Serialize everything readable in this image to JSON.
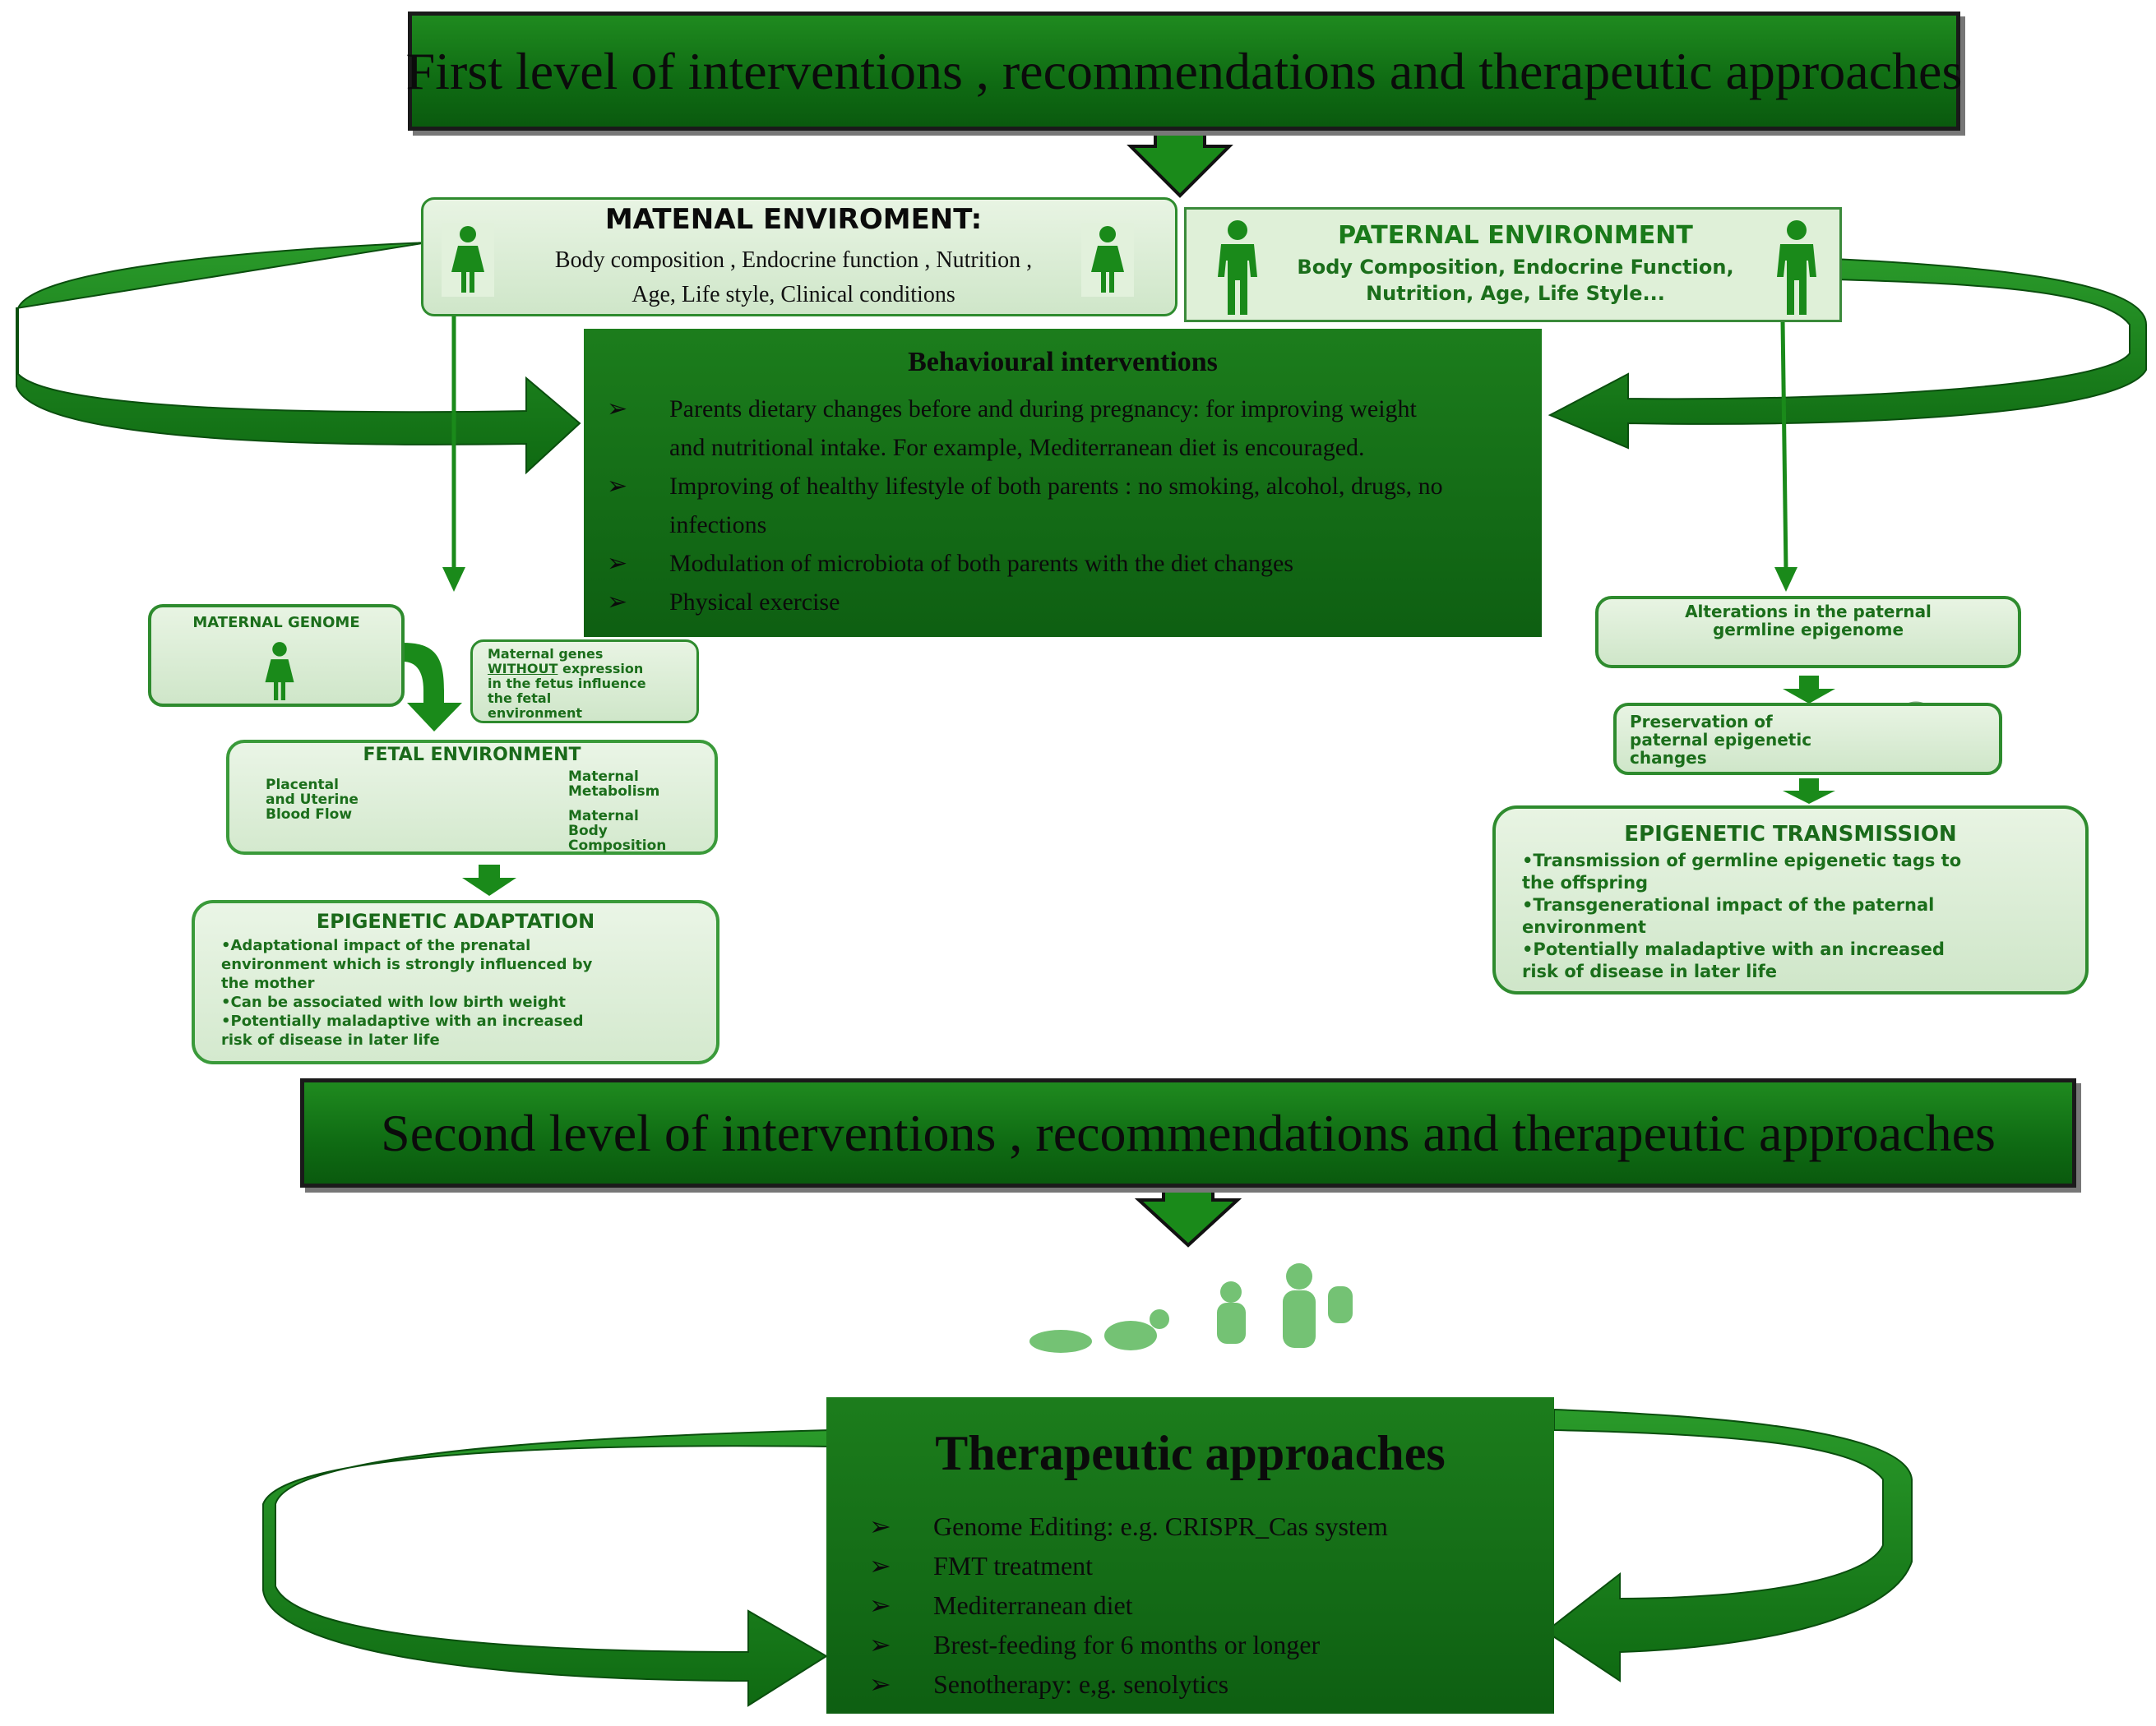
{
  "colors": {
    "dark_green": "#0e5f12",
    "mid_green": "#1f8a1f",
    "light_green": "#d8ecd2",
    "border_green": "#2e8b2e"
  },
  "first_level": {
    "label": "First level of  interventions , recommendations  and therapeutic approaches"
  },
  "maternal_env": {
    "title": "MATENAL ENVIROMENT:",
    "line1": "Body composition , Endocrine  function , Nutrition ,",
    "line2": "Age, Life style,  Clinical  conditions",
    "icon": "female-icon"
  },
  "paternal_env": {
    "title": "PATERNAL ENVIRONMENT",
    "line1": "Body Composition, Endocrine Function,",
    "line2": "Nutrition, Age, Life Style...",
    "icon": "male-icon"
  },
  "behavioural": {
    "title": "Behavioural  interventions",
    "bullet": "➢",
    "items": [
      {
        "l1": "Parents dietary changes before and during pregnancy: for improving weight",
        "l2": "and nutritional intake. For example, Mediterranean diet is encouraged."
      },
      {
        "l1": "Improving of healthy lifestyle of both parents : no smoking, alcohol, drugs, no",
        "l2": "infections"
      },
      {
        "l1": "Modulation of microbiota of both parents with the diet changes",
        "l2": ""
      },
      {
        "l1": "Physical exercise",
        "l2": ""
      }
    ]
  },
  "maternal_genome": {
    "title": "MATERNAL GENOME"
  },
  "maternal_genes_note": {
    "l1": "Maternal genes",
    "l2": "WITHOUT",
    "l2b": " expression",
    "l3": "in the fetus influence",
    "l4": "the fetal",
    "l5": "environment"
  },
  "fetal_env": {
    "title": "FETAL ENVIRONMENT",
    "left": [
      "Placental",
      "and Uterine",
      "Blood Flow"
    ],
    "right_top": [
      "Maternal",
      "Metabolism"
    ],
    "right_bottom": [
      "Maternal",
      "Body",
      "Composition"
    ]
  },
  "epigenetic_adaptation": {
    "title": "EPIGENETIC ADAPTATION",
    "lines": [
      "•Adaptational impact of  the prenatal",
      "environment  which is strongly influenced by",
      "the mother",
      "•Can be associated with low birth weight",
      "•Potentially maladaptive with an increased",
      "risk of disease in later life"
    ]
  },
  "paternal_germline": {
    "l1": "Alterations in the paternal",
    "l2": "germline epigenome"
  },
  "paternal_preservation": {
    "l1": "Preservation of",
    "l2": "paternal epigenetic",
    "l3": "changes"
  },
  "epigenetic_transmission": {
    "title": "EPIGENETIC TRANSMISSION",
    "lines": [
      "•Transmission of germline epigenetic tags to",
      "the offspring",
      "•Transgenerational impact of the paternal",
      "environment",
      "•Potentially maladaptive with an increased",
      "risk of disease in later life"
    ]
  },
  "second_level": {
    "label": "Second level of  interventions , recommendations  and therapeutic approaches"
  },
  "therapeutic": {
    "title": "Therapeutic  approaches",
    "bullet": "➢",
    "items": [
      "Genome Editing: e.g. CRISPR_Cas system",
      "FMT treatment",
      "Mediterranean diet",
      "Brest-feeding for 6 months or longer",
      "Senotherapy: e,g. senolytics"
    ]
  }
}
